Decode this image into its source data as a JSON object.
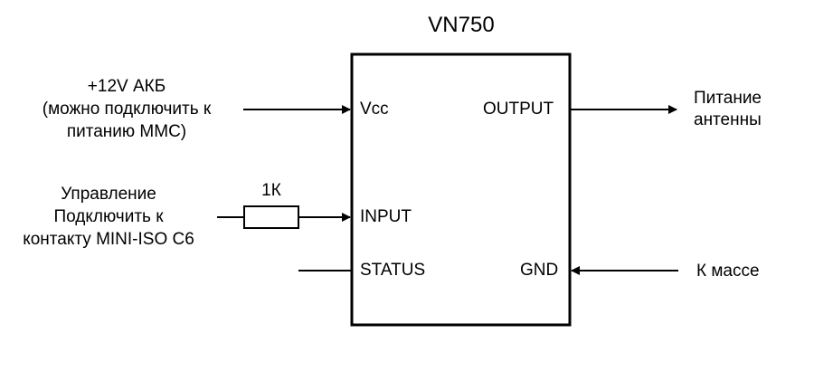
{
  "chip": {
    "name": "VN750",
    "pins": {
      "vcc": "Vcc",
      "output": "OUTPUT",
      "input": "INPUT",
      "status": "STATUS",
      "gnd": "GND"
    }
  },
  "resistor": {
    "value": "1К"
  },
  "labels": {
    "power": [
      "+12V АКБ",
      "(можно подключить к",
      "питанию ММС)"
    ],
    "control": [
      "Управление",
      "Подключить к",
      "контакту MINI-ISO C6"
    ],
    "antenna": [
      "Питание",
      "антенны"
    ],
    "ground": "К массе"
  },
  "colors": {
    "stroke": "#000000",
    "background": "#ffffff"
  }
}
